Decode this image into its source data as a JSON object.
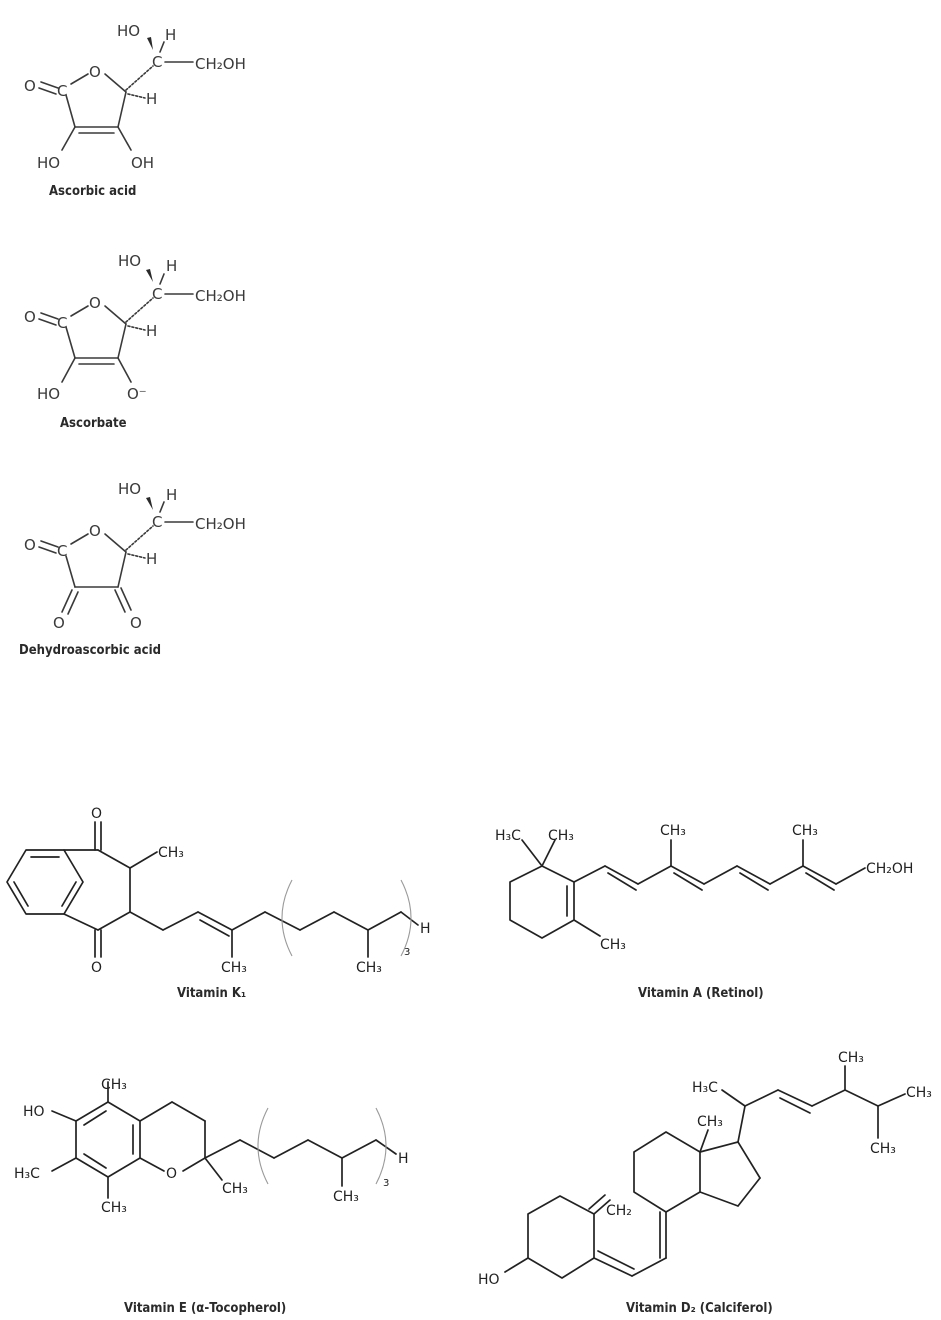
{
  "structures": {
    "ascorbic_acid": {
      "caption": "Ascorbic acid",
      "atoms": {
        "ho_top": "HO",
        "h_top": "H",
        "c_center": "C",
        "ch2oh": "CH₂OH",
        "o_ring": "O",
        "o_carbonyl": "O",
        "c_carbonyl": "C",
        "h_ring": "H",
        "ho_left": "HO",
        "oh_right": "OH"
      }
    },
    "ascorbate": {
      "caption": "Ascorbate",
      "atoms": {
        "ho_top": "HO",
        "h_top": "H",
        "c_center": "C",
        "ch2oh": "CH₂OH",
        "o_ring": "O",
        "o_carbonyl": "O",
        "c_carbonyl": "C",
        "h_ring": "H",
        "ho_left": "HO",
        "o_minus": "O⁻"
      }
    },
    "dehydroascorbic_acid": {
      "caption": "Dehydroascorbic acid",
      "atoms": {
        "ho_top": "HO",
        "h_top": "H",
        "c_center": "C",
        "ch2oh": "CH₂OH",
        "o_ring": "O",
        "o_carbonyl": "O",
        "c_carbonyl": "C",
        "h_ring": "H",
        "o_left": "O",
        "o_right": "O"
      },
      "highlight_color": "#4a86b8"
    },
    "vitamin_k1": {
      "caption": "Vitamin K₁",
      "atoms": {
        "o_top": "O",
        "o_bottom": "O",
        "ch3_ring": "CH₃",
        "ch3_chain": "CH₃",
        "ch3_repeat": "CH₃",
        "h_end": "H",
        "repeat_count": "3"
      }
    },
    "vitamin_a": {
      "caption": "Vitamin A (Retinol)",
      "atoms": {
        "h3c": "H₃C",
        "ch3_gem": "CH₃",
        "ch3_ring": "CH₃",
        "ch3_chain1": "CH₃",
        "ch3_chain2": "CH₃",
        "ch2oh": "CH₂OH"
      }
    },
    "vitamin_e": {
      "caption": "Vitamin E (α-Tocopherol)",
      "atoms": {
        "ch3_top": "CH₃",
        "ho": "HO",
        "h3c": "H₃C",
        "ch3_bottom": "CH₃",
        "o_ring": "O",
        "ch3_quat": "CH₃",
        "ch3_repeat": "CH₃",
        "h_end": "H",
        "repeat_count": "3"
      }
    },
    "vitamin_d2": {
      "caption": "Vitamin D₂ (Calciferol)",
      "atoms": {
        "ch3_top": "CH₃",
        "h3c": "H₃C",
        "ch3_right": "CH₃",
        "ch3_low": "CH₃",
        "ch3_angular": "CH₃",
        "ch2": "CH₂",
        "ho": "HO"
      }
    }
  }
}
